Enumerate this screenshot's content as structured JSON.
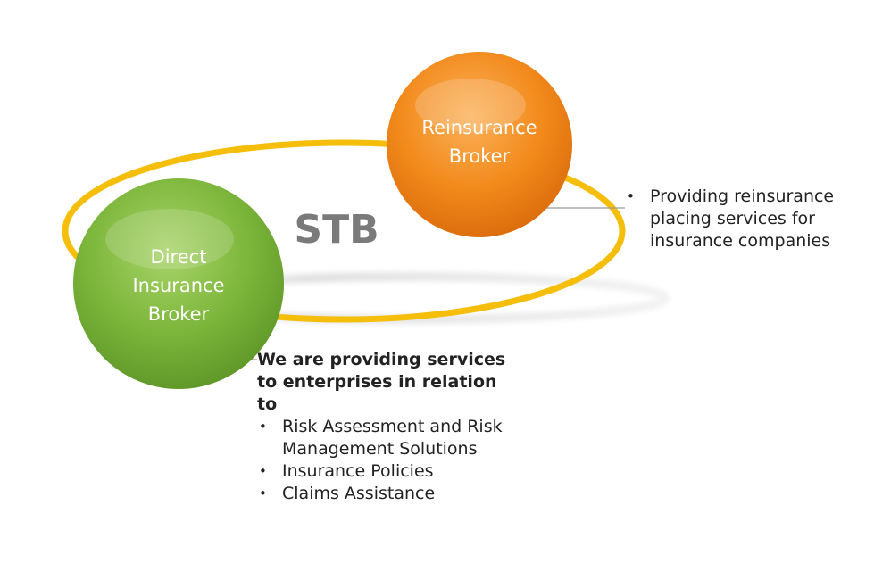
{
  "center_label": "STB",
  "nodes": {
    "reinsurance": {
      "line1": "Reinsurance",
      "line2": "Broker",
      "color": "#f28a1c"
    },
    "direct": {
      "line1": "Direct",
      "line2": "Insurance",
      "line3": "Broker",
      "color": "#7cb63b"
    }
  },
  "ring_color": "#f5be0b",
  "reinsurance_services": [
    "Providing reinsurance placing services for insurance companies"
  ],
  "direct_services": {
    "intro": "We are providing services to enterprises in relation to",
    "items": [
      "Risk Assessment and Risk Management Solutions",
      "Insurance Policies",
      "Claims Assistance"
    ]
  }
}
